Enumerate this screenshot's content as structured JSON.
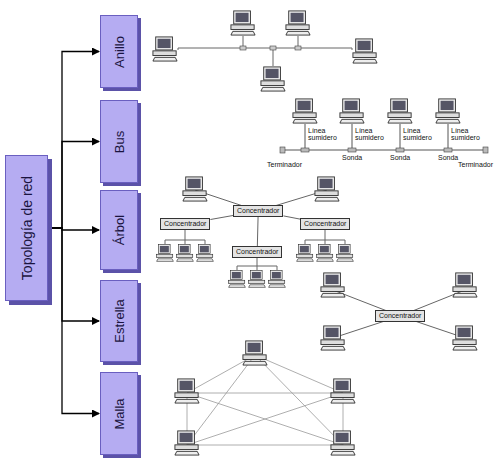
{
  "diagram": {
    "nodes": [
      {
        "text": [
          "Topología de red"
        ]
      },
      {
        "text": [
          "Anillo"
        ]
      },
      {
        "text": [
          "Bus"
        ]
      },
      {
        "text": [
          "Árbol"
        ]
      },
      {
        "text": [
          "Estrella"
        ]
      },
      {
        "text": [
          "Malla"
        ]
      },
      {
        "text": [
          "Concentrador"
        ]
      },
      {
        "text": [
          "Concentrador"
        ]
      },
      {
        "text": [
          "Concentrador"
        ]
      },
      {
        "text": [
          "Concentrador"
        ]
      },
      {
        "text": [
          "Concentrador"
        ]
      }
    ],
    "edges": [
      {
        "from": 0,
        "to": 1,
        "arrow": "to"
      },
      {
        "from": 0,
        "to": 2,
        "arrow": "to"
      },
      {
        "from": 0,
        "to": 3,
        "arrow": "to"
      },
      {
        "from": 0,
        "to": 4,
        "arrow": "to"
      },
      {
        "from": 0,
        "to": 5,
        "arrow": "to"
      },
      {
        "from": 6,
        "to": 7,
        "arrow": "none"
      },
      {
        "from": 6,
        "to": 8,
        "arrow": "none"
      },
      {
        "from": 6,
        "to": 9,
        "arrow": "none"
      }
    ],
    "labels": [
      "Línea sumidero",
      "Línea sumidero",
      "Línea sumidero",
      "Línea sumidero",
      "Terminador",
      "Sonda",
      "Sonda",
      "Sonda",
      "Terminador"
    ]
  }
}
